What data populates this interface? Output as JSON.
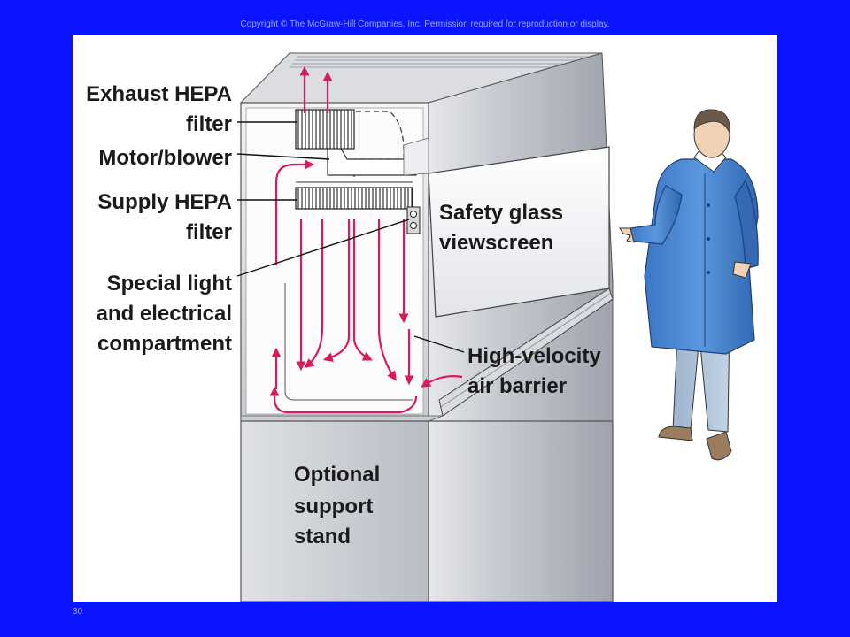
{
  "slide": {
    "copyright": "Copyright © The McGraw-Hill Companies, Inc. Permission required for reproduction or display.",
    "slide_number": "30"
  },
  "labels": {
    "exhaust_hepa": [
      "Exhaust HEPA",
      "filter"
    ],
    "motor_blower": "Motor/blower",
    "supply_hepa": [
      "Supply HEPA",
      "filter"
    ],
    "special_light": [
      "Special light",
      "and electrical",
      "compartment"
    ],
    "safety_glass": [
      "Safety glass",
      "viewscreen"
    ],
    "high_velocity": [
      "High-velocity",
      "air barrier"
    ],
    "support_stand": [
      "Optional",
      "support",
      "stand"
    ]
  },
  "colors": {
    "background": "#0a14ff",
    "airflow": "#d81b5c",
    "coat": "#4a86d0",
    "cabinet_light": "#f2f2f2",
    "cabinet_shade": "#b8bcc4"
  }
}
